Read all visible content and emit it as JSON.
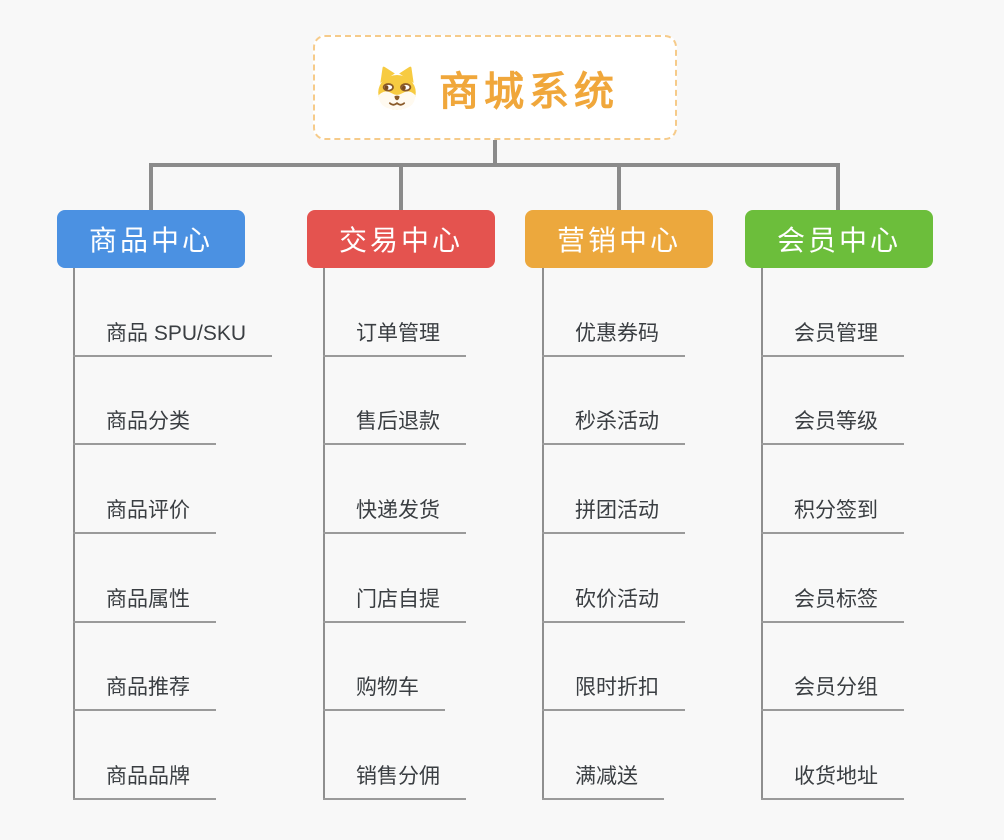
{
  "root": {
    "title": "商城系统",
    "icon": "dog-face-icon",
    "text_color": "#f0a73b",
    "border_color": "#f6cb8a"
  },
  "connector_color": "#8b8b8b",
  "background_color": "#f8f8f8",
  "branches": [
    {
      "label": "商品中心",
      "color": "#4b91e2",
      "children": [
        "商品 SPU/SKU",
        "商品分类",
        "商品评价",
        "商品属性",
        "商品推荐",
        "商品品牌"
      ]
    },
    {
      "label": "交易中心",
      "color": "#e4534f",
      "children": [
        "订单管理",
        "售后退款",
        "快递发货",
        "门店自提",
        "购物车",
        "销售分佣"
      ]
    },
    {
      "label": "营销中心",
      "color": "#eca83d",
      "children": [
        "优惠券码",
        "秒杀活动",
        "拼团活动",
        "砍价活动",
        "限时折扣",
        "满减送"
      ]
    },
    {
      "label": "会员中心",
      "color": "#6cbe3b",
      "children": [
        "会员管理",
        "会员等级",
        "积分签到",
        "会员标签",
        "会员分组",
        "收货地址"
      ]
    }
  ]
}
